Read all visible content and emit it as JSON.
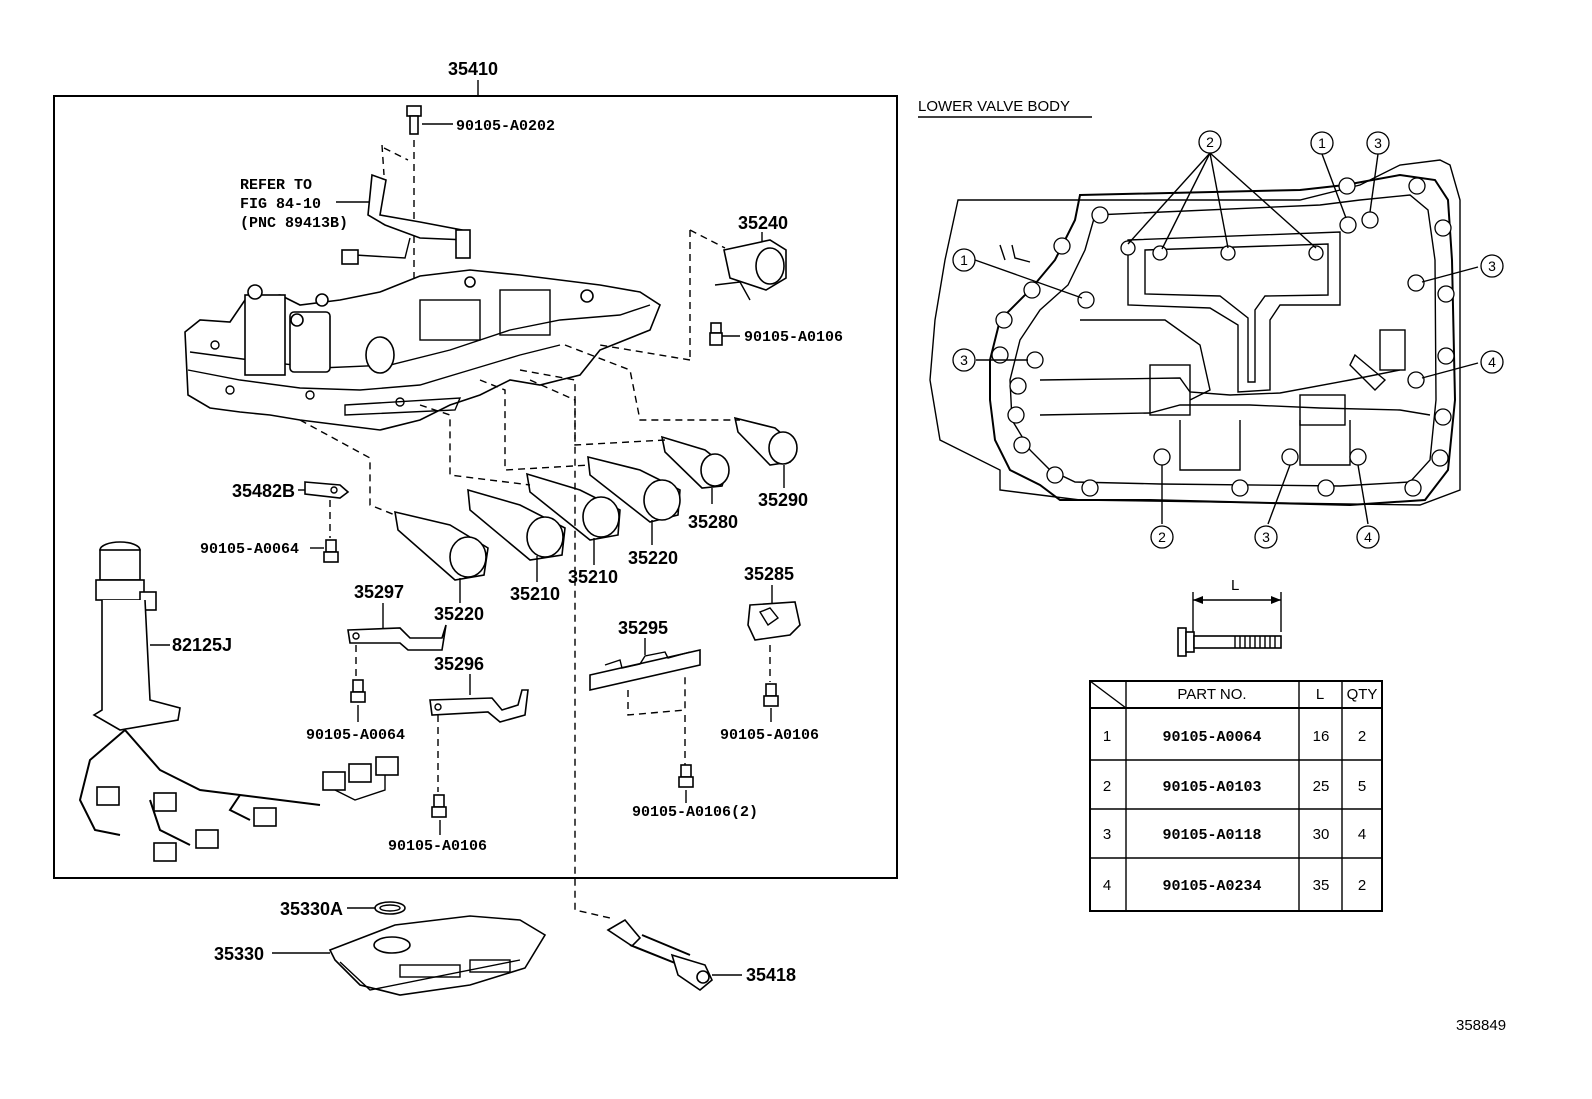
{
  "diagram": {
    "main_assembly": "35410",
    "refer": [
      "REFER TO",
      "FIG 84-10",
      "(PNC 89413B)"
    ],
    "parts": {
      "bolt_top": "90105-A0202",
      "solenoid_35240": "35240",
      "bolt_35240": "90105-A0106",
      "p35290": "35290",
      "p35280": "35280",
      "p35220a": "35220",
      "p35210a": "35210",
      "p35210b": "35210",
      "p35220b": "35220",
      "p35482b": "35482B",
      "bolt_35482b": "90105-A0064",
      "p82125j": "82125J",
      "p35297": "35297",
      "bolt_35297": "90105-A0064",
      "p35296": "35296",
      "bolt_35296": "90105-A0106",
      "p35295": "35295",
      "bolt_35295": "90105-A0106(2)",
      "p35285": "35285",
      "bolt_35285": "90105-A0106",
      "p35330a": "35330A",
      "p35330": "35330",
      "p35418": "35418"
    },
    "lower_valve_body_title": "LOWER VALVE BODY",
    "dimension_label": "L",
    "figure_id": "358849"
  },
  "table": {
    "headers": [
      "PART NO.",
      "L",
      "QTY"
    ],
    "rows": [
      {
        "idx": "1",
        "part": "90105-A0064",
        "l": "16",
        "qty": "2"
      },
      {
        "idx": "2",
        "part": "90105-A0103",
        "l": "25",
        "qty": "5"
      },
      {
        "idx": "3",
        "part": "90105-A0118",
        "l": "30",
        "qty": "4"
      },
      {
        "idx": "4",
        "part": "90105-A0234",
        "l": "35",
        "qty": "2"
      }
    ]
  },
  "callouts": {
    "c1": "1",
    "c2": "2",
    "c3": "3",
    "c4": "4"
  }
}
